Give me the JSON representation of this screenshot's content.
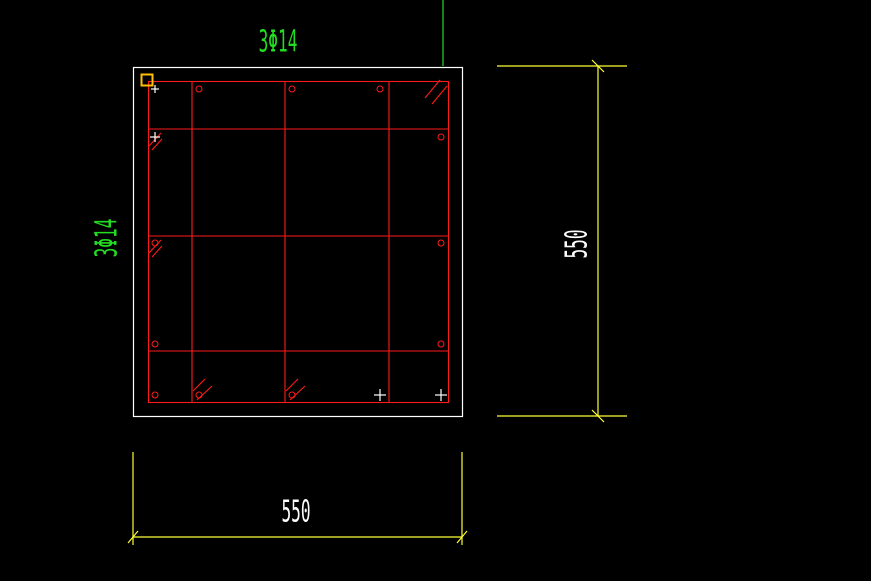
{
  "colors": {
    "background": "#000000",
    "outline": "#ffffff",
    "rebar": "#ff1a1a",
    "dimension": "#ffff33",
    "label": "#22dd22",
    "selection": "#ffc000"
  },
  "labels": {
    "top_rebar": "3Φ14",
    "left_rebar": "3Φ14",
    "width_dim": "550",
    "height_dim": "550"
  },
  "icons": {
    "corner_marker": "selection-square-icon",
    "insertion_point": "cross-icon"
  }
}
